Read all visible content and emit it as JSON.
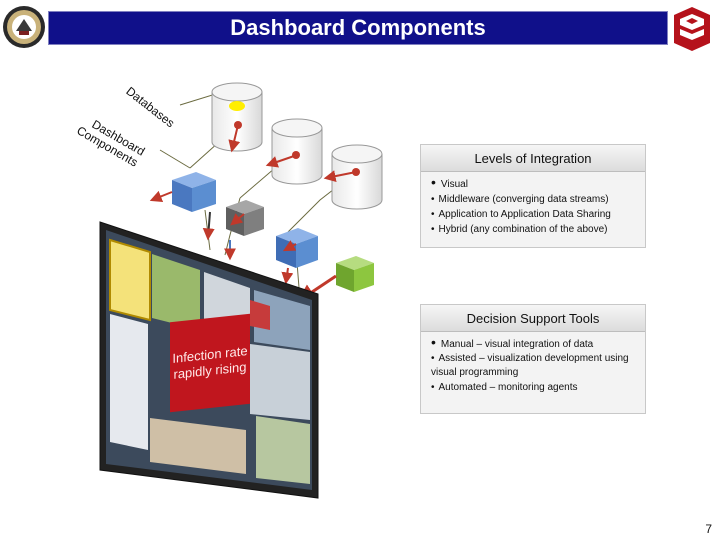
{
  "header": {
    "title": "Dashboard Components",
    "colors": {
      "bar": "#10108a",
      "text": "#ffffff"
    }
  },
  "icons": [
    "seal-icon",
    "logo-icon",
    "database-icon",
    "cube-icon",
    "arrow-icon"
  ],
  "diagram": {
    "databases_label": "Databases",
    "dashboard_components_label_line1": "Dashboard",
    "dashboard_components_label_line2": "Components",
    "alert_text": "Infection rate rapidly rising",
    "colors": {
      "alert": "#c0161e",
      "cube_blue": "#5b8ed1",
      "cube_gray": "#7f7f7f",
      "cube_green": "#8dc63f",
      "arrow": "#c0392b"
    }
  },
  "levels_of_integration": {
    "title": "Levels of Integration",
    "items": [
      {
        "text": "Visual",
        "size": "big"
      },
      {
        "text": "Middleware (converging data streams)",
        "size": "small"
      },
      {
        "text": "Application to Application Data Sharing",
        "size": "small"
      },
      {
        "text": "Hybrid (any combination of the above)",
        "size": "small"
      }
    ]
  },
  "decision_support_tools": {
    "title": "Decision Support Tools",
    "items": [
      {
        "text": "Manual – visual integration of data",
        "size": "big"
      },
      {
        "text": "Assisted – visualization development using visual programming",
        "size": "small"
      },
      {
        "text": "Automated – monitoring agents",
        "size": "small"
      }
    ]
  },
  "footer": {
    "page_number": "7"
  }
}
